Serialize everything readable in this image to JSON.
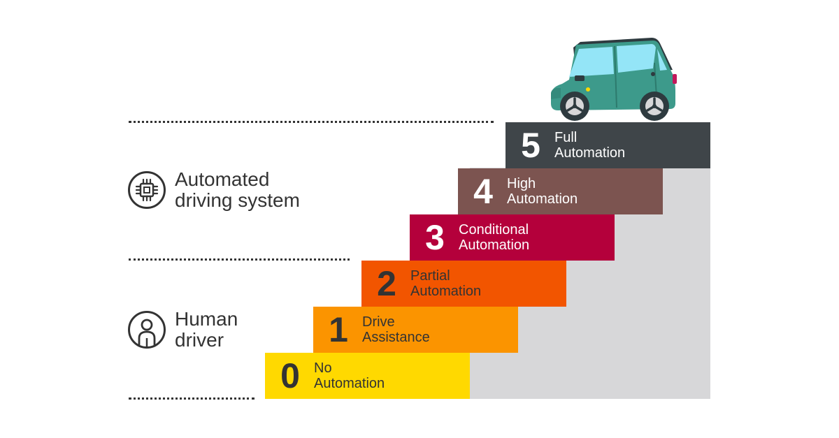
{
  "levels": [
    {
      "number": "0",
      "line1": "No",
      "line2": "Automation",
      "bg": "#ffd900",
      "fg": "#333333"
    },
    {
      "number": "1",
      "line1": "Drive",
      "line2": "Assistance",
      "bg": "#fb9400",
      "fg": "#333333"
    },
    {
      "number": "2",
      "line1": "Partial",
      "line2": "Automation",
      "bg": "#f25500",
      "fg": "#333333"
    },
    {
      "number": "3",
      "line1": "Conditional",
      "line2": "Automation",
      "bg": "#b4003b",
      "fg": "#ffffff"
    },
    {
      "number": "4",
      "line1": "High",
      "line2": "Automation",
      "bg": "#7c5450",
      "fg": "#ffffff"
    },
    {
      "number": "5",
      "line1": "Full",
      "line2": "Automation",
      "bg": "#3f4549",
      "fg": "#ffffff"
    }
  ],
  "groups": {
    "automated": {
      "line1": "Automated",
      "line2": "driving system",
      "icon": "chip-icon"
    },
    "human": {
      "line1": "Human",
      "line2": "driver",
      "icon": "person-icon"
    }
  },
  "car": {
    "icon": "car-icon",
    "body_color": "#3d9a8b"
  }
}
